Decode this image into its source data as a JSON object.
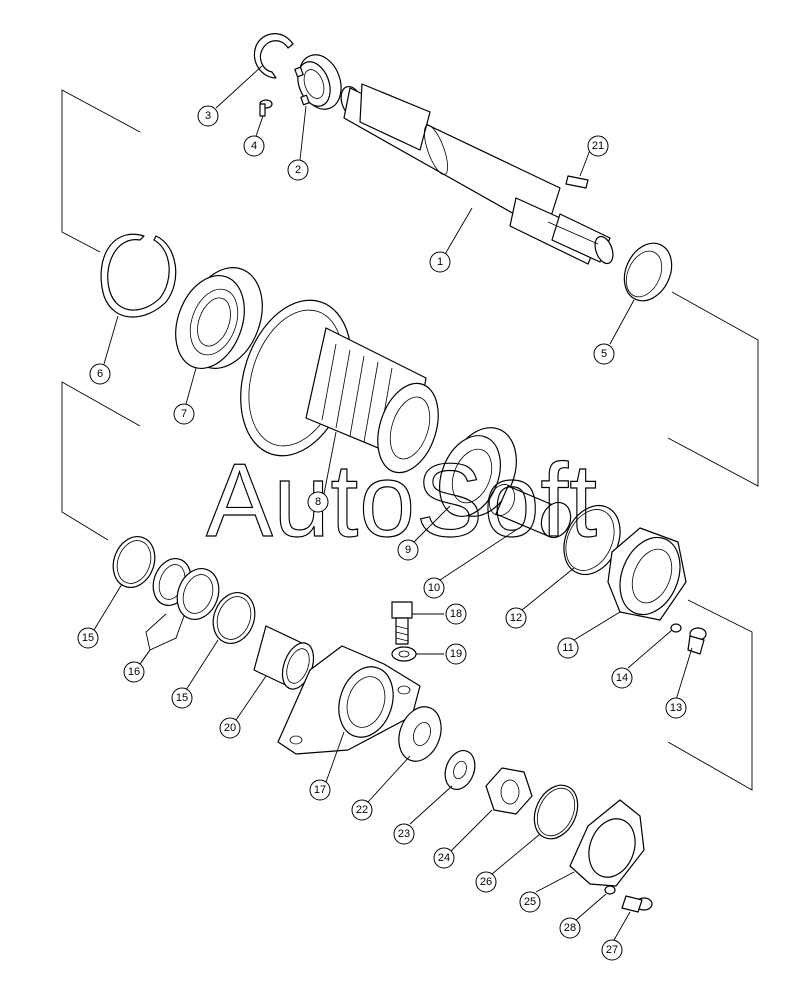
{
  "watermark": "AutoSoft",
  "callouts": [
    "1",
    "2",
    "3",
    "4",
    "5",
    "6",
    "7",
    "8",
    "9",
    "10",
    "11",
    "12",
    "13",
    "14",
    "15",
    "15",
    "16",
    "17",
    "18",
    "19",
    "20",
    "21",
    "22",
    "23",
    "24",
    "25",
    "26",
    "27",
    "28"
  ]
}
